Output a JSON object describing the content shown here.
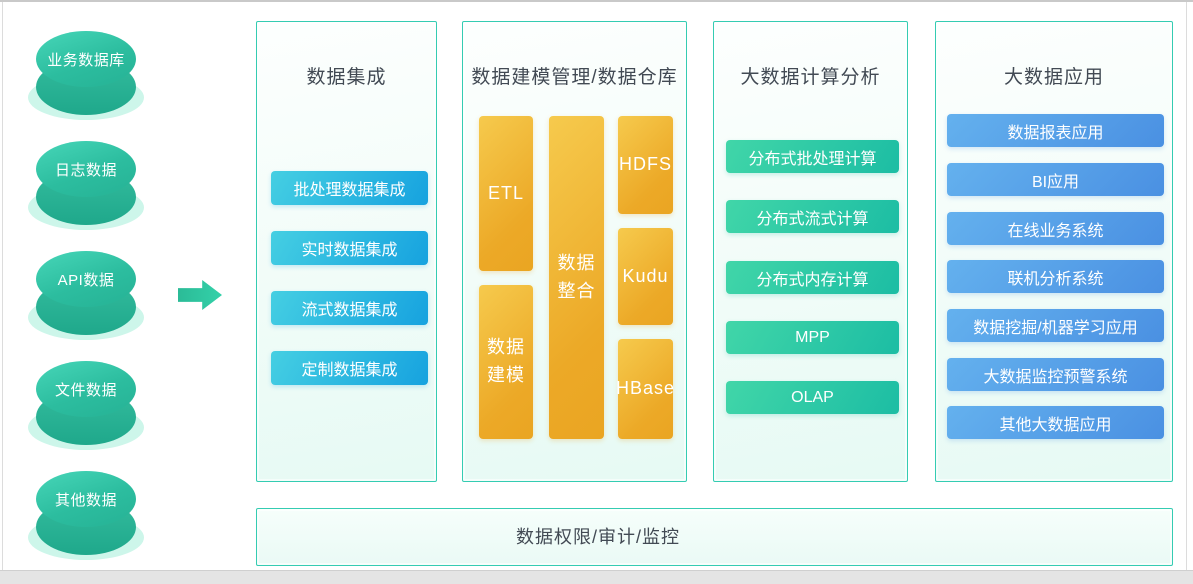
{
  "sources": [
    {
      "label": "业务数据库"
    },
    {
      "label": "日志数据"
    },
    {
      "label": "API数据"
    },
    {
      "label": "文件数据"
    },
    {
      "label": "其他数据"
    }
  ],
  "panels": {
    "integration": {
      "title": "数据集成",
      "items": [
        "批处理数据集成",
        "实时数据集成",
        "流式数据集成",
        "定制数据集成"
      ]
    },
    "modeling": {
      "title": "数据建模管理/数据仓库",
      "blocks": {
        "etl": "ETL",
        "modeling": "数据建模",
        "consolidation": "数据整合",
        "hdfs": "HDFS",
        "kudu": "Kudu",
        "hbase": "HBase"
      }
    },
    "computing": {
      "title": "大数据计算分析",
      "items": [
        "分布式批处理计算",
        "分布式流式计算",
        "分布式内存计算",
        "MPP",
        "OLAP"
      ]
    },
    "application": {
      "title": "大数据应用",
      "items": [
        "数据报表应用",
        "BI应用",
        "在线业务系统",
        "联机分析系统",
        "数据挖掘/机器学习应用",
        "大数据监控预警系统",
        "其他大数据应用"
      ]
    }
  },
  "footer": {
    "label": "数据权限/审计/监控"
  },
  "colors": {
    "panel_border": "#34ccb2",
    "cylinder_top": "#2cbd9f",
    "cylinder_shadow": "#cdf6ea",
    "arrow": "#2fc6a0",
    "node_cyan_start": "#45cfe2",
    "node_cyan_end": "#16a2df",
    "node_green_start": "#41d6a8",
    "node_green_end": "#1cbda4",
    "node_blue_start": "#64b1ee",
    "node_blue_end": "#4a90e2",
    "node_orange_start": "#f6ca4d",
    "node_orange_end": "#eaa522",
    "title_text": "#424a54"
  }
}
